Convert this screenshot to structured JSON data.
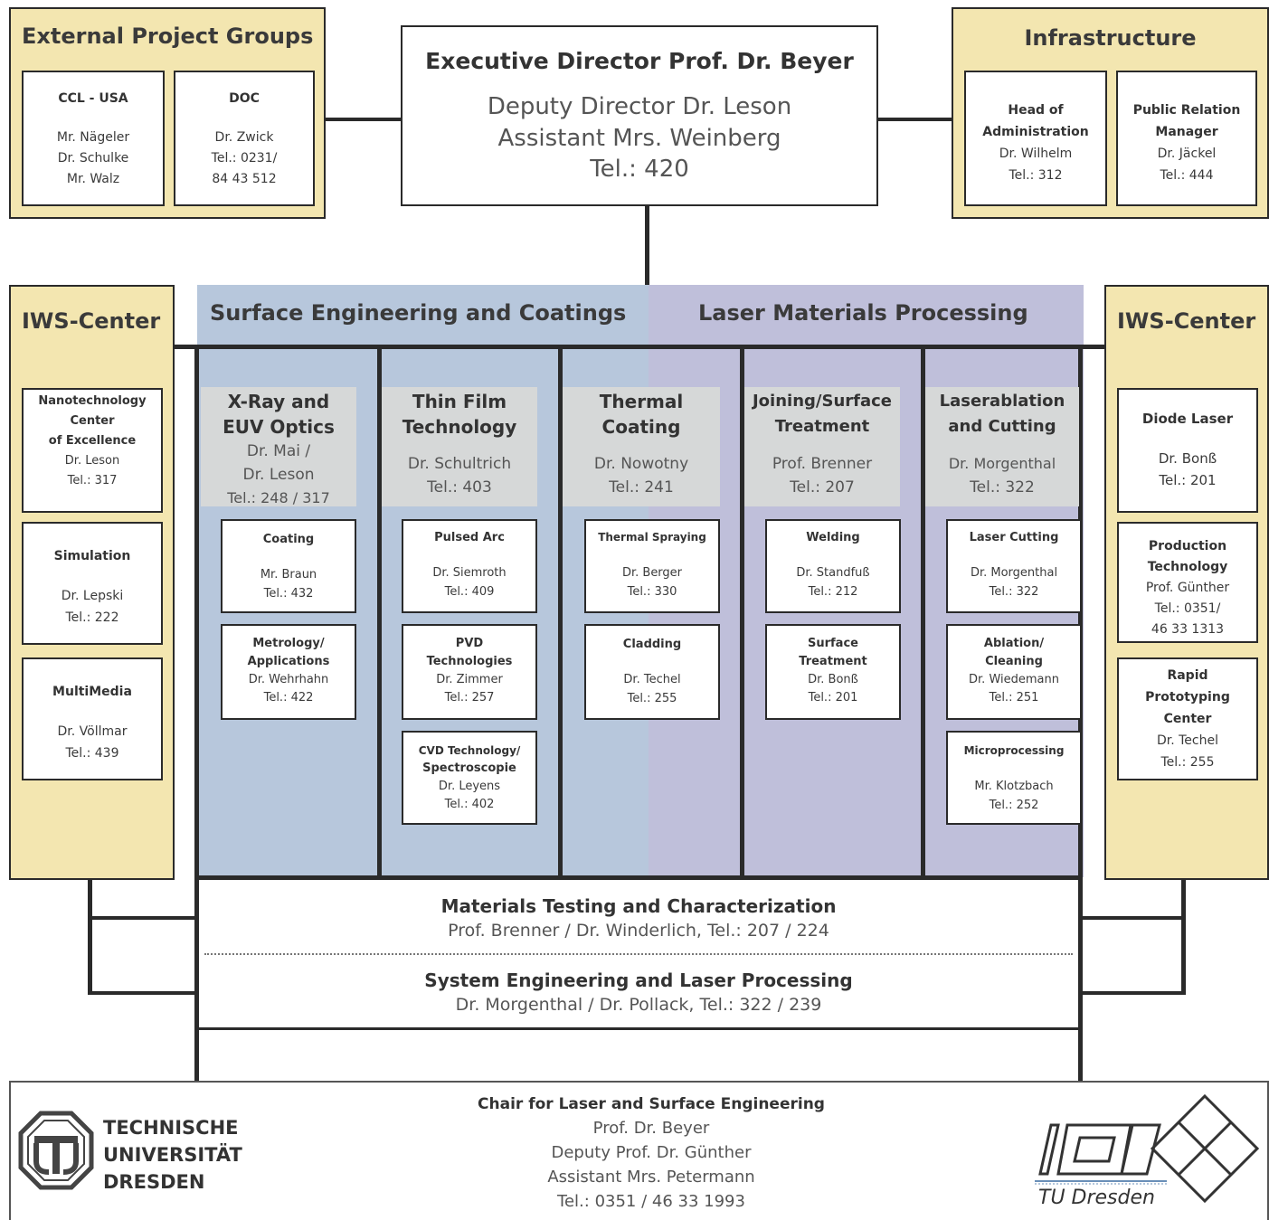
{
  "external_groups": {
    "title": "External Project Groups",
    "boxes": [
      {
        "name": "CCL - USA",
        "lines": [
          "Mr. Nägeler",
          "Dr. Schulke",
          "Mr. Walz"
        ]
      },
      {
        "name": "DOC",
        "lines": [
          "Dr. Zwick",
          "Tel.: 0231/",
          "84 43 512"
        ]
      }
    ]
  },
  "executive": {
    "title": "Executive Director Prof. Dr. Beyer",
    "deputy": "Deputy Director Dr. Leson",
    "assistant": "Assistant Mrs. Weinberg",
    "tel": "Tel.: 420"
  },
  "infrastructure": {
    "title": "Infrastructure",
    "boxes": [
      {
        "name": [
          "Head of",
          "Administration"
        ],
        "lines": [
          "Dr. Wilhelm",
          "Tel.: 312"
        ]
      },
      {
        "name": [
          "Public Relation",
          "Manager"
        ],
        "lines": [
          "Dr. Jäckel",
          "Tel.: 444"
        ]
      }
    ]
  },
  "areas": {
    "surface": "Surface Engineering and Coatings",
    "laser": "Laser Materials Processing"
  },
  "iws_left": {
    "title": "IWS-Center",
    "boxes": [
      {
        "name": [
          "Nanotechnology",
          "Center",
          "of Excellence"
        ],
        "lines": [
          "Dr. Leson",
          "Tel.: 317"
        ]
      },
      {
        "name": [
          "Simulation"
        ],
        "lines": [
          "Dr. Lepski",
          "Tel.: 222"
        ]
      },
      {
        "name": [
          "MultiMedia"
        ],
        "lines": [
          "Dr. Völlmar",
          "Tel.: 439"
        ]
      }
    ]
  },
  "iws_right": {
    "title": "IWS-Center",
    "boxes": [
      {
        "name": [
          "Diode Laser"
        ],
        "lines": [
          "Dr. Bonß",
          "Tel.: 201"
        ]
      },
      {
        "name": [
          "Production",
          "Technology"
        ],
        "lines": [
          "Prof. Günther",
          "Tel.: 0351/",
          "46 33 1313"
        ]
      },
      {
        "name": [
          "Rapid",
          "Prototyping",
          "Center"
        ],
        "lines": [
          "Dr. Techel",
          "Tel.: 255"
        ]
      }
    ]
  },
  "departments": [
    {
      "name": [
        "X-Ray and",
        "EUV Optics"
      ],
      "lines": [
        "Dr. Mai /",
        "Dr. Leson",
        "Tel.: 248 / 317"
      ],
      "subs": [
        {
          "name": [
            "Coating"
          ],
          "lines": [
            "Mr. Braun",
            "Tel.: 432"
          ]
        },
        {
          "name": [
            "Metrology/",
            "Applications"
          ],
          "lines": [
            "Dr. Wehrhahn",
            "Tel.: 422"
          ]
        }
      ]
    },
    {
      "name": [
        "Thin Film",
        "Technology"
      ],
      "lines": [
        "Dr. Schultrich",
        "Tel.: 403"
      ],
      "subs": [
        {
          "name": [
            "Pulsed Arc"
          ],
          "lines": [
            "Dr. Siemroth",
            "Tel.: 409"
          ]
        },
        {
          "name": [
            "PVD",
            "Technologies"
          ],
          "lines": [
            "Dr. Zimmer",
            "Tel.: 257"
          ]
        },
        {
          "name": [
            "CVD Technology/",
            "Spectroscopie"
          ],
          "lines": [
            "Dr. Leyens",
            "Tel.: 402"
          ]
        }
      ]
    },
    {
      "name": [
        "Thermal",
        "Coating"
      ],
      "lines": [
        "Dr. Nowotny",
        "Tel.: 241"
      ],
      "subs": [
        {
          "name": [
            "Thermal Spraying"
          ],
          "lines": [
            "Dr. Berger",
            "Tel.: 330"
          ]
        },
        {
          "name": [
            "Cladding"
          ],
          "lines": [
            "Dr. Techel",
            "Tel.: 255"
          ]
        }
      ]
    },
    {
      "name": [
        "Joining/Surface",
        "Treatment"
      ],
      "lines": [
        "Prof. Brenner",
        "Tel.: 207"
      ],
      "subs": [
        {
          "name": [
            "Welding"
          ],
          "lines": [
            "Dr. Standfuß",
            "Tel.: 212"
          ]
        },
        {
          "name": [
            "Surface",
            "Treatment"
          ],
          "lines": [
            "Dr. Bonß",
            "Tel.: 201"
          ]
        }
      ]
    },
    {
      "name": [
        "Laserablation",
        "and Cutting"
      ],
      "lines": [
        "Dr. Morgenthal",
        "Tel.: 322"
      ],
      "subs": [
        {
          "name": [
            "Laser Cutting"
          ],
          "lines": [
            "Dr. Morgenthal",
            "Tel.: 322"
          ]
        },
        {
          "name": [
            "Ablation/",
            "Cleaning"
          ],
          "lines": [
            "Dr. Wiedemann",
            "Tel.: 251"
          ]
        },
        {
          "name": [
            "Microprocessing"
          ],
          "lines": [
            "Mr. Klotzbach",
            "Tel.: 252"
          ]
        }
      ]
    }
  ],
  "materials_testing": {
    "title": "Materials Testing and Characterization",
    "line": "Prof. Brenner / Dr. Winderlich, Tel.: 207 / 224"
  },
  "system_engineering": {
    "title": "System Engineering and Laser Processing",
    "line": "Dr. Morgenthal / Dr. Pollack, Tel.: 322 / 239"
  },
  "footer": {
    "chair": "Chair for Laser and Surface Engineering",
    "lines": [
      "Prof. Dr. Beyer",
      "Deputy Prof. Dr. Günther",
      "Assistant Mrs. Petermann",
      "Tel.: 0351 / 46 33 1993"
    ],
    "tu_logo_lines": [
      "TECHNISCHE",
      "UNIVERSITÄT",
      "DRESDEN"
    ],
    "ilot_logo": "TU Dresden"
  },
  "colors": {
    "panel_yellow": "#f3e6b0",
    "surface_blue": "#b7c7dc",
    "laser_purple": "#bfbfda",
    "dept_gray": "#d6d8d8"
  }
}
